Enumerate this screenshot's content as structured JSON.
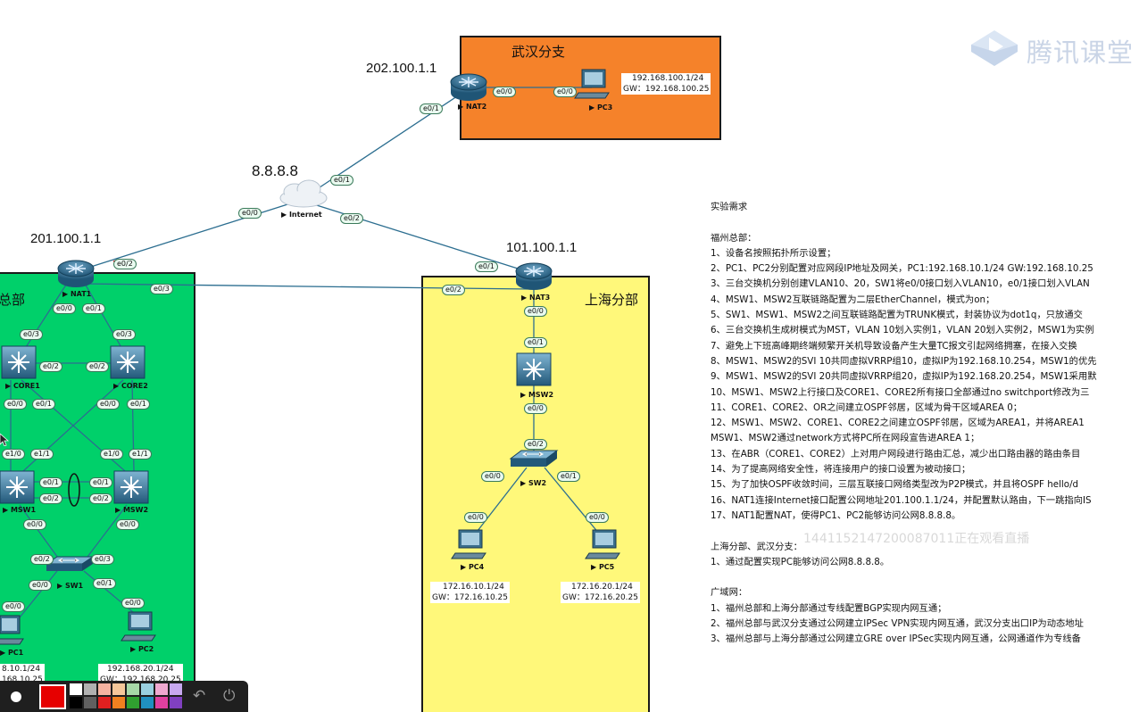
{
  "regions": {
    "wuhan": {
      "title": "武汉分支",
      "color": "#f5822a"
    },
    "shanghai": {
      "title": "上海分部",
      "color": "#fff87a"
    },
    "fuzhou": {
      "title": "总部",
      "color": "#00d06a"
    }
  },
  "public_ips": {
    "nat2": "202.100.1.1",
    "internet": "8.8.8.8",
    "nat1": "201.100.1.1",
    "nat3": "101.100.1.1"
  },
  "devices": {
    "nat2": "NAT2",
    "pc3": "PC3",
    "internet": "Internet",
    "nat1": "NAT1",
    "nat3": "NAT3",
    "msw2_sh": "MSW2",
    "sw2": "SW2",
    "pc4": "PC4",
    "pc5": "PC5",
    "core1": "CORE1",
    "core2": "CORE2",
    "msw1": "MSW1",
    "msw2": "MSW2",
    "sw1": "SW1",
    "pc1": "PC1",
    "pc2": "PC2"
  },
  "ports": {
    "nat2_e00": "e0/0",
    "pc3_e00": "e0/0",
    "nat2_e01": "e0/1",
    "inet_e01": "e0/1",
    "inet_e00": "e0/0",
    "inet_e02": "e0/2",
    "nat1_e02": "e0/2",
    "nat1_e03": "e0/3",
    "nat1_e00": "e0/0",
    "nat1_e01": "e0/1",
    "nat3_e01": "e0/1",
    "nat3_e02": "e0/2",
    "nat3_e00": "e0/0",
    "msw2s_e01": "e0/1",
    "msw2s_e00": "e0/0",
    "sw2_e02": "e0/2",
    "sw2_e00": "e0/0",
    "sw2_e01": "e0/1",
    "pc4_e00": "e0/0",
    "pc5_e00": "e0/0",
    "core1_e03": "e0/3",
    "core2_e03": "e0/3",
    "core1_e02": "e0/2",
    "core2_e02": "e0/2",
    "core1_e00": "e0/0",
    "core1_e01": "e0/1",
    "core2_e00": "e0/0",
    "core2_e01": "e0/1",
    "msw1_e10": "e1/0",
    "msw1_e11": "e1/1",
    "msw2_e10": "e1/0",
    "msw2_e11": "e1/1",
    "msw1_e01": "e0/1",
    "msw1_e02": "e0/2",
    "msw2_e01": "e0/1",
    "msw2_e02": "e0/2",
    "msw1_e00": "e0/0",
    "msw2_e00": "e0/0",
    "sw1_e02": "e0/2",
    "sw1_e03": "e0/3",
    "sw1_e00": "e0/0",
    "sw1_e01": "e0/1",
    "pc1_e00": "e0/0",
    "pc2_e00": "e0/0"
  },
  "pc_info": {
    "pc3": [
      "192.168.100.1/24",
      "GW：192.168.100.25"
    ],
    "pc4": [
      "172.16.10.1/24",
      "GW：172.16.10.25"
    ],
    "pc5": [
      "172.16.20.1/24",
      "GW：172.16.20.25"
    ],
    "pc1": [
      "8.10.1/24",
      "168.10.25"
    ],
    "pc2": [
      "192.168.20.1/24",
      "GW：192.168.20.25"
    ]
  },
  "requirements": {
    "lines": [
      "实验需求",
      "",
      "福州总部：",
      "1、设备名按照拓扑所示设置；",
      "2、PC1、PC2分别配置对应网段IP地址及网关，PC1:192.168.10.1/24 GW:192.168.10.25",
      "3、三台交换机分别创建VLAN10、20，SW1将e0/0接口划入VLAN10，e0/1接口划入VLAN",
      "4、MSW1、MSW2互联链路配置为二层EtherChannel，模式为on；",
      "5、SW1、MSW1、MSW2之间互联链路配置为TRUNK模式，封装协议为dot1q，只放通交",
      "6、三台交换机生成树模式为MST，VLAN 10划入实例1，VLAN 20划入实例2，MSW1为实例",
      "7、避免上下班高峰期终端频繁开关机导致设备产生大量TC报文引起网络拥塞，在接入交换",
      "8、MSW1、MSW2的SVI 10共同虚拟VRRP组10，虚拟IP为192.168.10.254，MSW1的优先",
      "9、MSW1、MSW2的SVI 20共同虚拟VRRP组20，虚拟IP为192.168.20.254，MSW1采用默",
      "10、MSW1、MSW2上行接口及CORE1、CORE2所有接口全部通过no switchport修改为三",
      "11、CORE1、CORE2、OR之间建立OSPF邻居，区域为骨干区域AREA 0；",
      "12、MSW1、MSW2、CORE1、CORE2之间建立OSPF邻居，区域为AREA1，并将AREA1",
      "MSW1、MSW2通过network方式将PC所在网段宣告进AREA 1；",
      "13、在ABR（CORE1、CORE2）上对用户网段进行路由汇总，减少出口路由器的路由条目",
      "14、为了提高网络安全性，将连接用户的接口设置为被动接口；",
      "15、为了加快OSPF收敛时间，三层互联接口网络类型改为P2P模式，并且将OSPF hello/d",
      "16、NAT1连接Internet接口配置公网地址201.100.1.1/24，并配置默认路由，下一跳指向IS",
      "17、NAT1配置NAT，使得PC1、PC2能够访问公网8.8.8.8。",
      "",
      "上海分部、武汉分支：",
      "1、通过配置实现PC能够访问公网8.8.8.8。",
      "",
      "广域网：",
      "1、福州总部和上海分部通过专线配置BGP实现内网互通；",
      "2、福州总部与武汉分支通过公网建立IPSec VPN实现内网互通，武汉分支出口IP为动态地址",
      "3、福州总部与上海分部通过公网建立GRE over IPSec实现内网互通，公网通道作为专线备"
    ]
  },
  "brand": {
    "name": "腾讯课堂",
    "accent": "#c9d4e6"
  },
  "watermark": "1441152147200087011正在观看直播",
  "toolbar": {
    "current_color": "#e60000",
    "palette": [
      "#ffffff",
      "#b0b0b0",
      "#f5b2a0",
      "#f5c79a",
      "#a8d8a8",
      "#9ad0e0",
      "#f0a8d0",
      "#c8a8f0",
      "#000000",
      "#606060",
      "#e02020",
      "#f08020",
      "#30a030",
      "#2090c0",
      "#e040a0",
      "#8040c0"
    ]
  }
}
